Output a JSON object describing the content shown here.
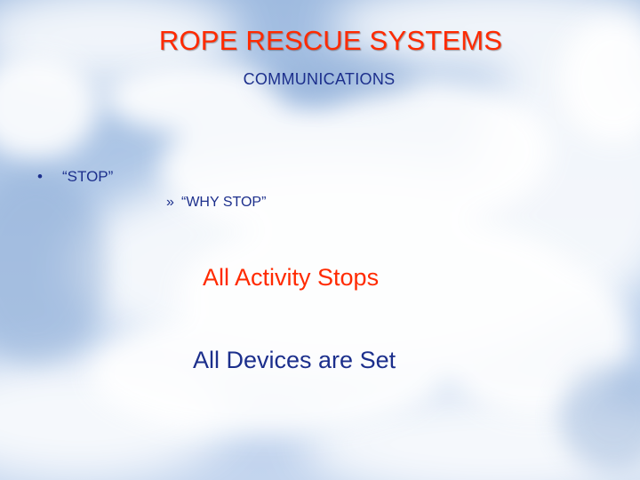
{
  "slide": {
    "title": "ROPE RESCUE SYSTEMS",
    "subtitle": "COMMUNICATIONS",
    "bullet_marker": "•",
    "bullet_text": "“STOP”",
    "sub_marker": "»",
    "sub_text": "“WHY STOP”",
    "line_1": "All Activity Stops",
    "line_2": "All Devices are Set"
  },
  "colors": {
    "title": "#ff2a00",
    "body_text": "#1c2f8c",
    "sky": "#a9c2e4",
    "cloud": "#ffffff"
  },
  "background": "cloud-sky-image"
}
